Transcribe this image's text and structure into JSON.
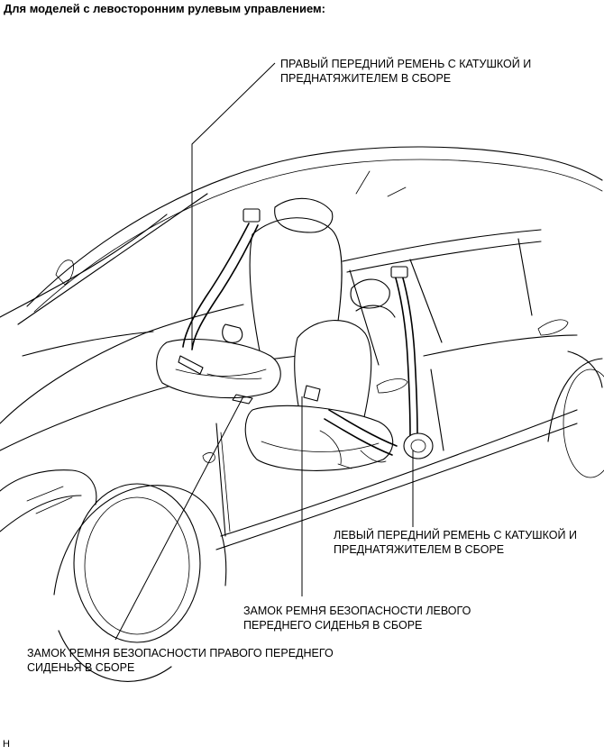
{
  "header": {
    "title": "Для моделей с левосторонним рулевым управлением:"
  },
  "callouts": {
    "right_front_belt": {
      "line1": "ПРАВЫЙ ПЕРЕДНИЙ РЕМЕНЬ С КАТУШКОЙ И",
      "line2": "ПРЕДНАТЯЖИТЕЛЕМ В СБОРЕ"
    },
    "left_front_belt": {
      "line1": "ЛЕВЫЙ ПЕРЕДНИЙ РЕМЕНЬ С КАТУШКОЙ И",
      "line2": "ПРЕДНАТЯЖИТЕЛЕМ В СБОРЕ"
    },
    "left_front_buckle": {
      "line1": "ЗАМОК РЕМНЯ БЕЗОПАСНОСТИ ЛЕВОГО",
      "line2": "ПЕРЕДНЕГО СИДЕНЬЯ В СБОРЕ"
    },
    "right_front_buckle": {
      "line1": "ЗАМОК РЕМНЯ БЕЗОПАСНОСТИ ПРАВОГО ПЕРЕДНЕГО",
      "line2": "СИДЕНЬЯ В СБОРЕ"
    }
  },
  "footer": {
    "code": "H"
  }
}
